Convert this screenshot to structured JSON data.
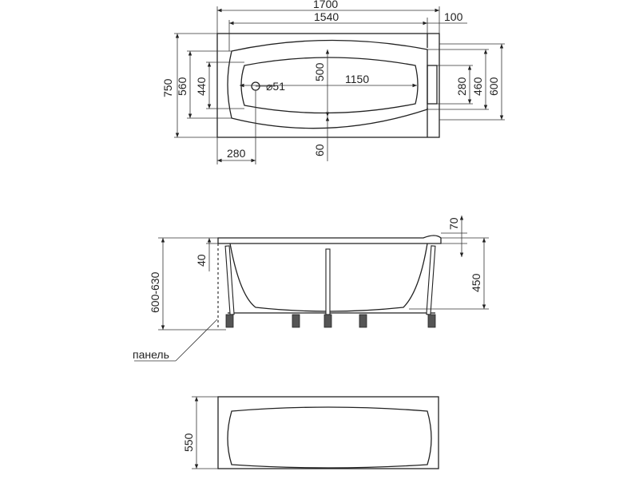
{
  "top_view": {
    "dims": {
      "overall_length": "1700",
      "inner_length": "1540",
      "rim_end": "100",
      "overall_width": "750",
      "width_560": "560",
      "width_440": "440",
      "depth_500": "500",
      "drain_diameter": "⌀51",
      "bottom_length": "1150",
      "width_280": "280",
      "width_460": "460",
      "width_600": "600",
      "drain_offset": "280",
      "rim_60": "60"
    }
  },
  "side_view": {
    "dims": {
      "height_range": "600-630",
      "rim_40": "40",
      "rim_70": "70",
      "depth_450": "450"
    },
    "panel_label": "панель"
  },
  "front_view": {
    "dims": {
      "panel_height": "550"
    }
  }
}
